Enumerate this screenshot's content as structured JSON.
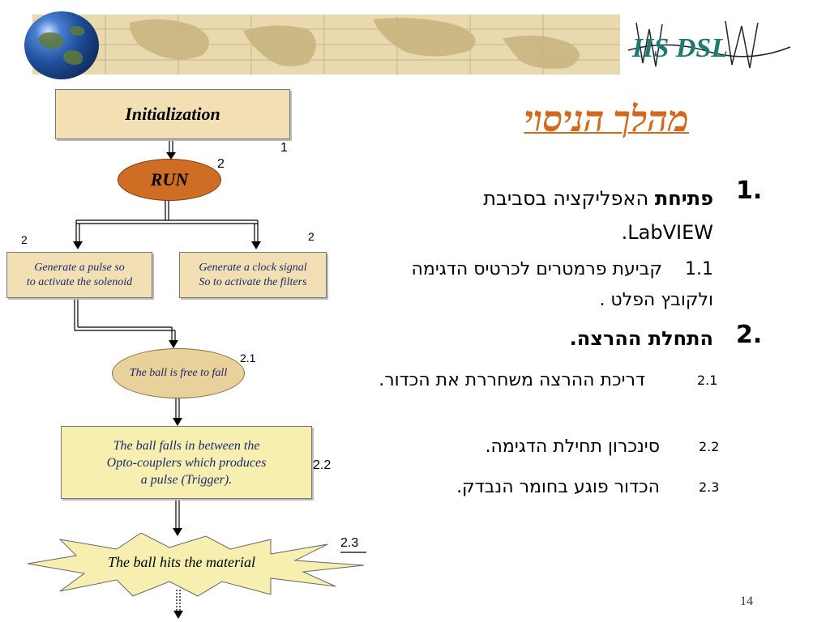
{
  "slide": {
    "title": "מהלך הניסוי",
    "page_number": "14",
    "logo_text": "IIS DSL"
  },
  "items": [
    {
      "number": "1.",
      "text_bold": "פתיחת",
      "text_rest": " האפליקציה בסביבת LabVIEW.",
      "sub": [
        {
          "number": "1.1",
          "text": "קביעת פרמטרים לכרטיס הדגימה ולקובץ הפלט ."
        }
      ]
    },
    {
      "number": "2.",
      "text_bold": "התחלת ההרצה.",
      "text_rest": "",
      "sub": [
        {
          "number": "2.1",
          "text": "דריכת ההרצה משחררת את הכדור."
        },
        {
          "number": "2.2",
          "text": "סינכרון תחילת הדגימה."
        },
        {
          "number": "2.3",
          "text": "הכדור פוגע בחומר הנבדק."
        }
      ]
    }
  ],
  "flowchart": {
    "init": "Initialization",
    "run": "RUN",
    "pulse_line1": "Generate a pulse so",
    "pulse_line2": "to activate the solenoid",
    "clock_line1": "Generate a clock signal",
    "clock_line2": "So to activate the filters",
    "free": "The ball is free to fall",
    "falls_line1": "The ball falls in between the",
    "falls_line2": "Opto-couplers which produces",
    "falls_line3": "a pulse (Trigger).",
    "hits": "The ball hits the material",
    "label_1": "1",
    "label_run_2": "2",
    "label_left_2": "2",
    "label_right_2": "2",
    "label_21": "2.1",
    "label_22": "2.2",
    "label_23": "2.3"
  },
  "colors": {
    "title": "#d2691e",
    "run_fill": "#cf6d24",
    "node_text": "#1a2a6c",
    "box_tan": "#f2e0b4",
    "box_yellow": "#f6efb0"
  }
}
